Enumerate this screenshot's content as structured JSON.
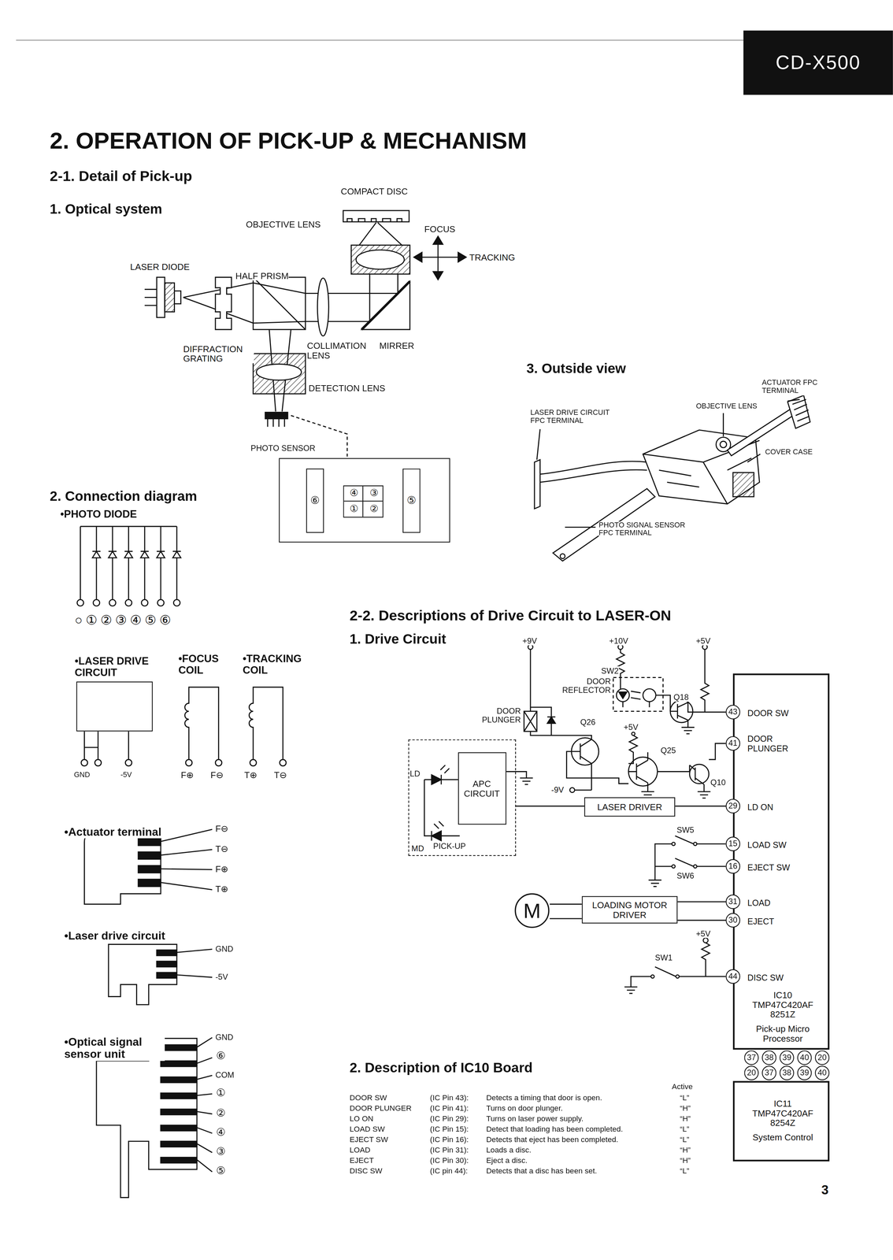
{
  "diagram": {
    "title": "2. OPERATION OF PICK-UP & MECHANISM",
    "nodes": [
      {
        "text": [
          "CD-X500"
        ]
      },
      {
        "text": [
          "PHOTO SENSOR"
        ]
      },
      {
        "text": [
          "⑥"
        ],
        "in": 1
      },
      {
        "text": [
          "④",
          "③",
          "①",
          "②"
        ],
        "in": 1
      },
      {
        "text": [
          "⑤"
        ],
        "in": 1
      },
      {
        "text": [
          "•LASER DRIVE CIRCUIT"
        ]
      },
      {
        "text": [
          "PICK-UP"
        ]
      },
      {
        "text": [
          "APC CIRCUIT"
        ],
        "in": 6
      },
      {
        "text": [
          "LASER DRIVER"
        ]
      },
      {
        "text": [
          "M"
        ]
      },
      {
        "text": [
          "LOADING MOTOR DRIVER"
        ]
      },
      {
        "text": [
          "DOOR SW",
          "DOOR PLUNGER",
          "LD ON",
          "LOAD SW",
          "EJECT SW",
          "LOAD",
          "EJECT",
          "DISC SW",
          "IC10 TMP47C420AF 8251Z",
          "Pick-up Micro Processor"
        ]
      },
      {
        "text": [
          "IC11 TMP47C420AF 8254Z",
          "System Control"
        ]
      }
    ],
    "edges": [
      {
        "from": 8,
        "to": 11,
        "arrow": "none"
      },
      {
        "from": 10,
        "to": 11,
        "arrow": "none"
      },
      {
        "from": 10,
        "to": 11,
        "arrow": "none"
      },
      {
        "from": 9,
        "to": 10,
        "arrow": "none"
      },
      {
        "from": 9,
        "to": 10,
        "arrow": "none"
      },
      {
        "from": 6,
        "to": 8,
        "arrow": "none"
      }
    ],
    "labels": [
      "2-1. Detail of Pick-up",
      "1. Optical system",
      "COMPACT DISC",
      "OBJECTIVE LENS",
      "FOCUS",
      "TRACKING",
      "LASER DIODE",
      "HALF PRISM",
      "DIFFRACTION GRATING",
      "COLLIMATION LENS",
      "MIRRER",
      "DETECTION LENS",
      "3. Outside view",
      "ACTUATOR FPC TERMINAL",
      "OBJECTIVE LENS",
      "LASER DRIVE CIRCUIT FPC TERMINAL",
      "COVER CASE",
      "PHOTO SIGNAL SENSOR FPC TERMINAL",
      "2. Connection diagram",
      "•PHOTO DIODE",
      "○①②③④⑤⑥",
      "•FOCUS COIL",
      "•TRACKING COIL",
      "GND",
      "-5V",
      "F⊕",
      "F⊖",
      "T⊕",
      "T⊖",
      "•Actuator terminal",
      "F⊖",
      "T⊖",
      "F⊕",
      "T⊕",
      "•Laser drive circuit",
      "GND",
      "-5V",
      "•Optical signal sensor unit",
      "GND",
      "⑥",
      "COM",
      "①",
      "②",
      "④",
      "③",
      "⑤",
      "2-2. Descriptions of Drive Circuit to LASER-ON",
      "1. Drive Circuit",
      "+9V",
      "+10V",
      "+5V",
      "SW2",
      "DOOR REFLECTOR",
      "DOOR PLUNGER",
      "Q26",
      "Q18",
      "+5V",
      "Q25",
      "-9V",
      "Q10",
      "LD",
      "MD",
      "SW5",
      "SW6",
      "+5V",
      "SW1",
      "43",
      "41",
      "29",
      "15",
      "16",
      "31",
      "30",
      "44",
      "37",
      "38",
      "39",
      "40",
      "20",
      "20",
      "37",
      "38",
      "39",
      "40",
      "2. Description of IC10 Board",
      "Active",
      "DOOR SW",
      "(IC Pin 43):",
      "Detects a timing that door is open.",
      "“L”",
      "DOOR PLUNGER",
      "(IC Pin 41):",
      "Turns on door plunger.",
      "“H”",
      "LO ON",
      "(IC Pin 29):",
      "Turns on laser power supply.",
      "“H”",
      "LOAD SW",
      "(IC Pin 15):",
      "Detect that loading has been completed.",
      "“L”",
      "EJECT SW",
      "(IC Pin 16):",
      "Detects that eject has been completed.",
      "“L”",
      "LOAD",
      "(IC Pin 31):",
      "Loads a disc.",
      "“H”",
      "EJECT",
      "(IC Pin 30):",
      "Eject a disc.",
      "“H”",
      "DISC SW",
      "(IC pin 44):",
      "Detects that a disc has been set.",
      "“L”",
      "3"
    ]
  }
}
